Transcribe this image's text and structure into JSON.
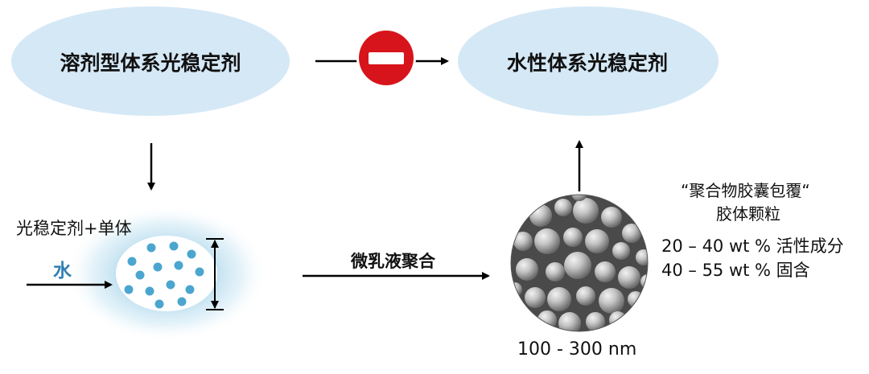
{
  "diagram": {
    "source_system": "溶剂型体系光稳定剂",
    "target_system": "水性体系光稳定剂",
    "blocked_symbol": "no-entry",
    "mix_label": "光稳定剂+单体",
    "water_label": "水",
    "process_label": "微乳液聚合",
    "capsule_title_line1": "“聚合物胶囊包覆“",
    "capsule_title_line2": "胶体颗粒",
    "active_content": "20 – 40 wt % 活性成分",
    "solid_content": "40 – 55 wt % 固含",
    "particle_size": "100 - 300 nm",
    "colors": {
      "ellipse_fill": "#d5e8f6",
      "blocked_red": "#d7141b",
      "droplet_blue": "#4ba6cf",
      "water_text": "#2f7fb2",
      "glow": "#b8dcee"
    }
  }
}
